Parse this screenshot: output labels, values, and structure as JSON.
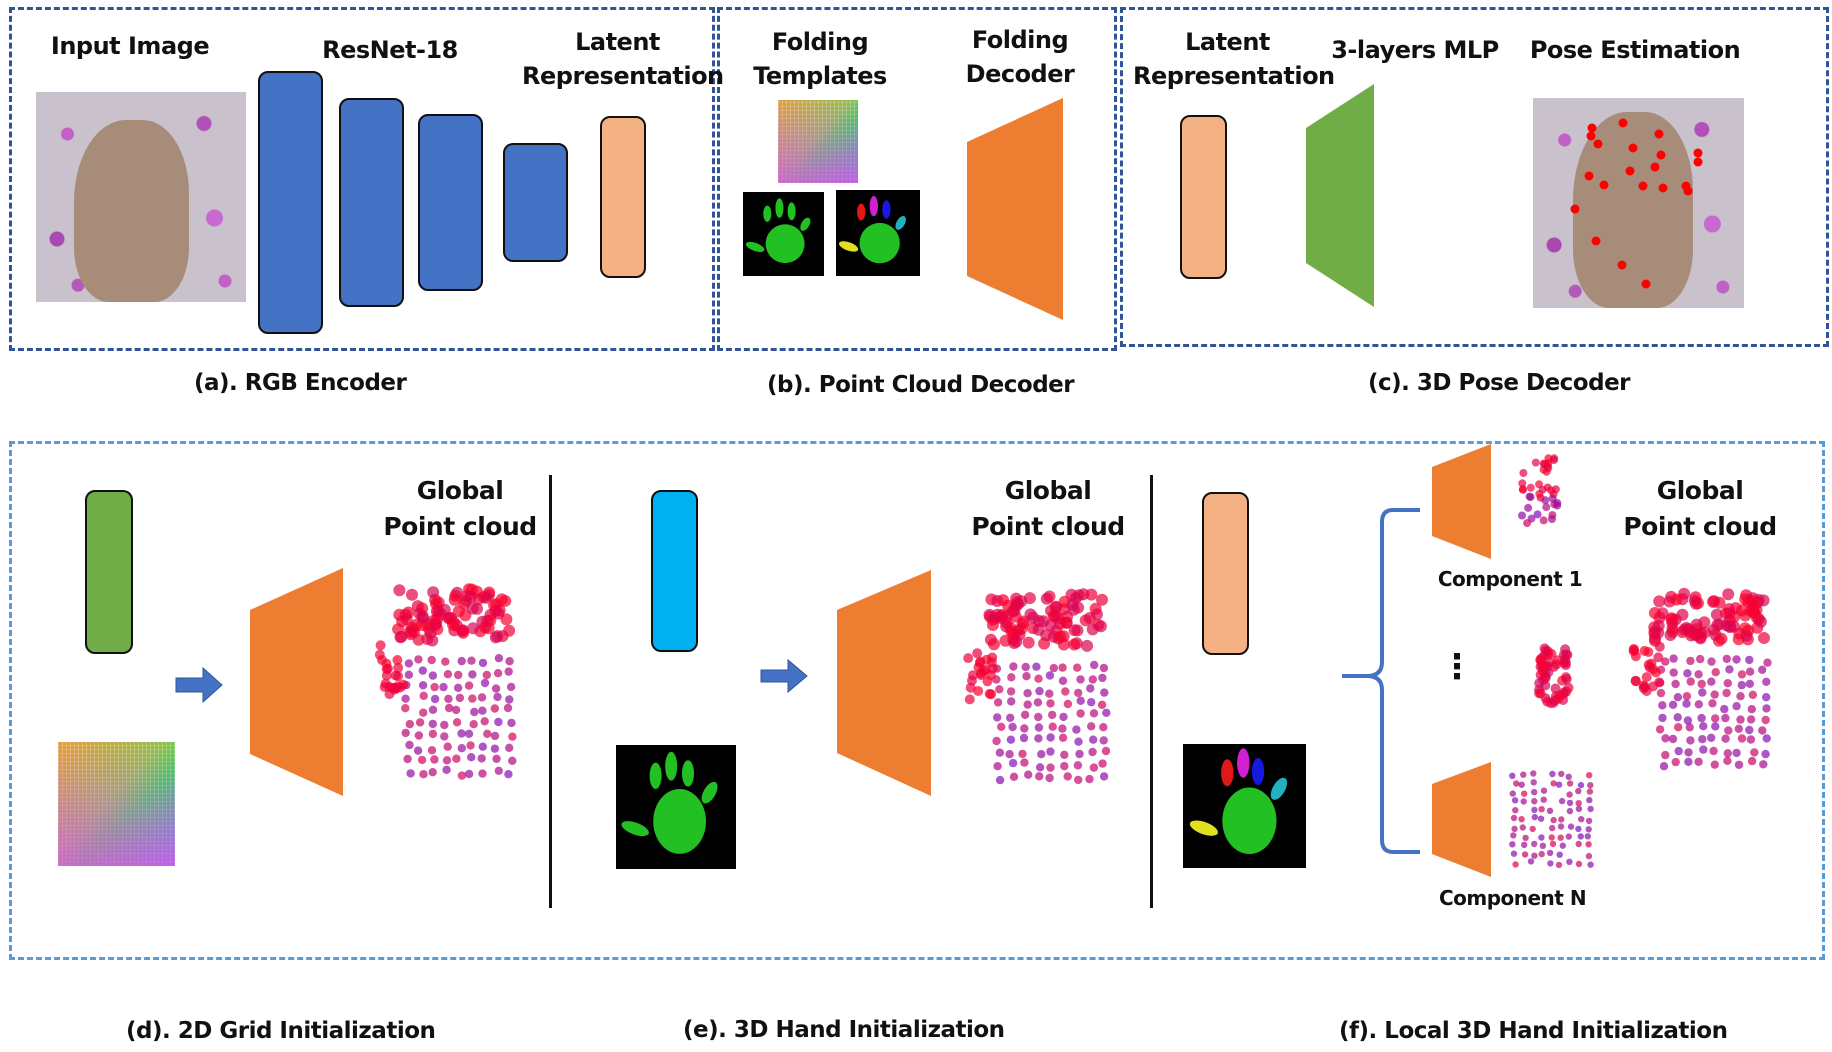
{
  "top_panels": {
    "rgb_encoder": {
      "input_image_label": "Input Image",
      "resnet_label": "ResNet-18",
      "latent_label_line1": "Latent",
      "latent_label_line2": "Representation",
      "caption_prefix": "(a).",
      "caption_text": "RGB Encoder"
    },
    "point_cloud_decoder": {
      "templates_label_line1": "Folding",
      "templates_label_line2": "Templates",
      "decoder_label_line1": "Folding",
      "decoder_label_line2": "Decoder",
      "caption_prefix": "(b).",
      "caption_text": "Point Cloud Decoder"
    },
    "pose_decoder": {
      "latent_label_line1": "Latent",
      "latent_label_line2": "Representation",
      "mlp_label": "3-layers MLP",
      "pose_label": "Pose Estimation",
      "caption_prefix": "(c).",
      "caption_text": "3D Pose Decoder"
    }
  },
  "bottom_panels": {
    "grid_init": {
      "global_label_line1": "Global",
      "global_label_line2": "Point cloud",
      "caption_prefix": "(d).",
      "caption_text": "2D Grid Initialization"
    },
    "hand_init": {
      "global_label_line1": "Global",
      "global_label_line2": "Point cloud",
      "caption_prefix": "(e).",
      "caption_text": "3D Hand Initialization"
    },
    "local_hand_init": {
      "component_first_label": "Component 1",
      "ellipsis": "⋮",
      "component_last_label": "Component N",
      "global_label_line1": "Global",
      "global_label_line2": "Point cloud",
      "caption_prefix": "(f).",
      "caption_text": "Local 3D Hand Initialization"
    }
  },
  "colors": {
    "encoder_block": "#4472c4",
    "latent": "#f4b183",
    "decoder": "#ed7d31",
    "mlp": "#70ad47",
    "hand_latent": "#00b0f0",
    "grid_latent": "#70ad47",
    "top_border": "#2f5597",
    "bottom_border": "#5b9bd5",
    "keypoint": "#ff0000"
  },
  "keypoint_count": 21
}
